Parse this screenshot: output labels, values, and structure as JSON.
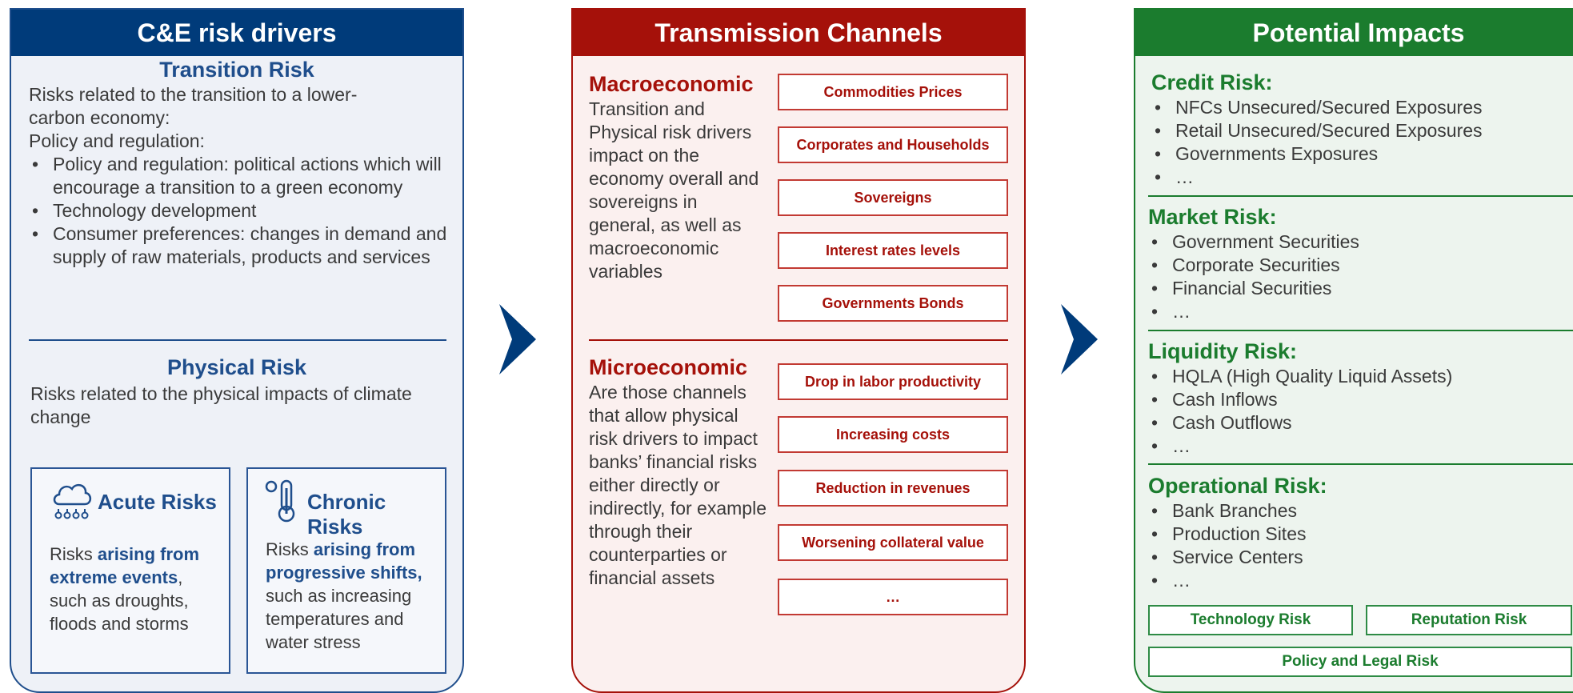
{
  "drivers": {
    "title": "C&E risk drivers",
    "transition": {
      "title": "Transition Risk",
      "intro": [
        "Risks related to the transition to a lower-",
        "carbon economy:",
        "Policy and regulation:"
      ],
      "bullets": [
        "Policy and regulation: political actions which will encourage a transition to a green economy",
        "Technology development",
        "Consumer preferences: changes in demand and supply of raw materials, products and services"
      ]
    },
    "physical": {
      "title": "Physical Risk",
      "intro": "Risks related to the physical impacts of climate change"
    },
    "acute": {
      "title": "Acute Risks",
      "icon": "cloud-rain-icon",
      "text_pre": "Risks ",
      "text_bold": "arising from extreme events",
      "text_post": ", such as droughts, floods and storms"
    },
    "chronic": {
      "title": "Chronic Risks",
      "icon": "thermometer-icon",
      "text_pre": "Risks ",
      "text_bold": "arising from progressive shifts,",
      "text_post": " such as increasing temperatures and water stress"
    }
  },
  "channels": {
    "title": "Transmission Channels",
    "macro": {
      "title": "Macroeconomic",
      "text": "Transition and Physical risk drivers impact on the economy overall and sovereigns in general, as well as macroeconomic variables",
      "items": [
        "Commodities Prices",
        "Corporates and Households",
        "Sovereigns",
        "Interest rates levels",
        "Governments Bonds"
      ]
    },
    "micro": {
      "title": "Microeconomic",
      "text": "Are those channels that allow physical risk drivers to impact banks’ financial risks either directly or indirectly, for example through their counterparties or financial assets",
      "items": [
        "Drop in labor productivity",
        "Increasing costs",
        "Reduction in revenues",
        "Worsening collateral value",
        "…"
      ]
    }
  },
  "impacts": {
    "title": "Potential Impacts",
    "sections": [
      {
        "title": "Credit Risk:",
        "items": [
          "NFCs Unsecured/Secured Exposures",
          "Retail Unsecured/Secured Exposures",
          "Governments Exposures",
          "…"
        ]
      },
      {
        "title": "Market Risk:",
        "items": [
          "Government Securities",
          "Corporate Securities",
          "Financial Securities",
          "…"
        ]
      },
      {
        "title": "Liquidity Risk:",
        "items": [
          "HQLA (High Quality Liquid Assets)",
          "Cash Inflows",
          "Cash Outflows",
          "…"
        ]
      },
      {
        "title": "Operational Risk:",
        "items": [
          "Bank Branches",
          "Production Sites",
          "Service Centers",
          "…"
        ]
      }
    ],
    "boxes": [
      "Technology Risk",
      "Reputation Risk",
      "Policy and Legal Risk"
    ]
  },
  "colors": {
    "blue": "#003b7a",
    "red": "#a5110a",
    "green": "#1b7c2e"
  }
}
